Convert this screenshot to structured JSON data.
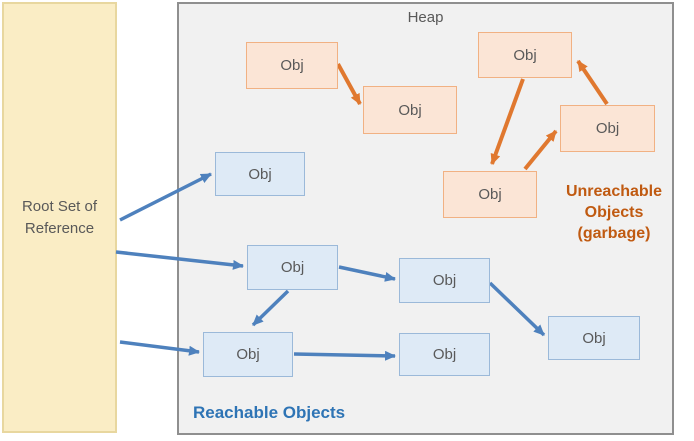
{
  "diagram": {
    "heap": {
      "label": "Heap"
    },
    "root_set": {
      "line1": "Root Set of",
      "line2": "Reference"
    },
    "reachable": {
      "caption": "Reachable Objects",
      "nodes": [
        {
          "label": "Obj"
        },
        {
          "label": "Obj"
        },
        {
          "label": "Obj"
        },
        {
          "label": "Obj"
        },
        {
          "label": "Obj"
        },
        {
          "label": "Obj"
        }
      ]
    },
    "unreachable": {
      "caption_line1": "Unreachable",
      "caption_line2": "Objects",
      "caption_line3": "(garbage)",
      "nodes": [
        {
          "label": "Obj"
        },
        {
          "label": "Obj"
        },
        {
          "label": "Obj"
        },
        {
          "label": "Obj"
        },
        {
          "label": "Obj"
        }
      ]
    },
    "colors": {
      "reachable_arrow": "#4E81BD",
      "unreachable_arrow": "#E0782F",
      "reachable_caption": "#2E74B5",
      "unreachable_caption": "#C05A11",
      "root_set_fill": "#FAEDC5",
      "heap_fill": "#F1F1F1",
      "reachable_node_fill": "#DEEAF6",
      "unreachable_node_fill": "#FBE5D6"
    }
  }
}
